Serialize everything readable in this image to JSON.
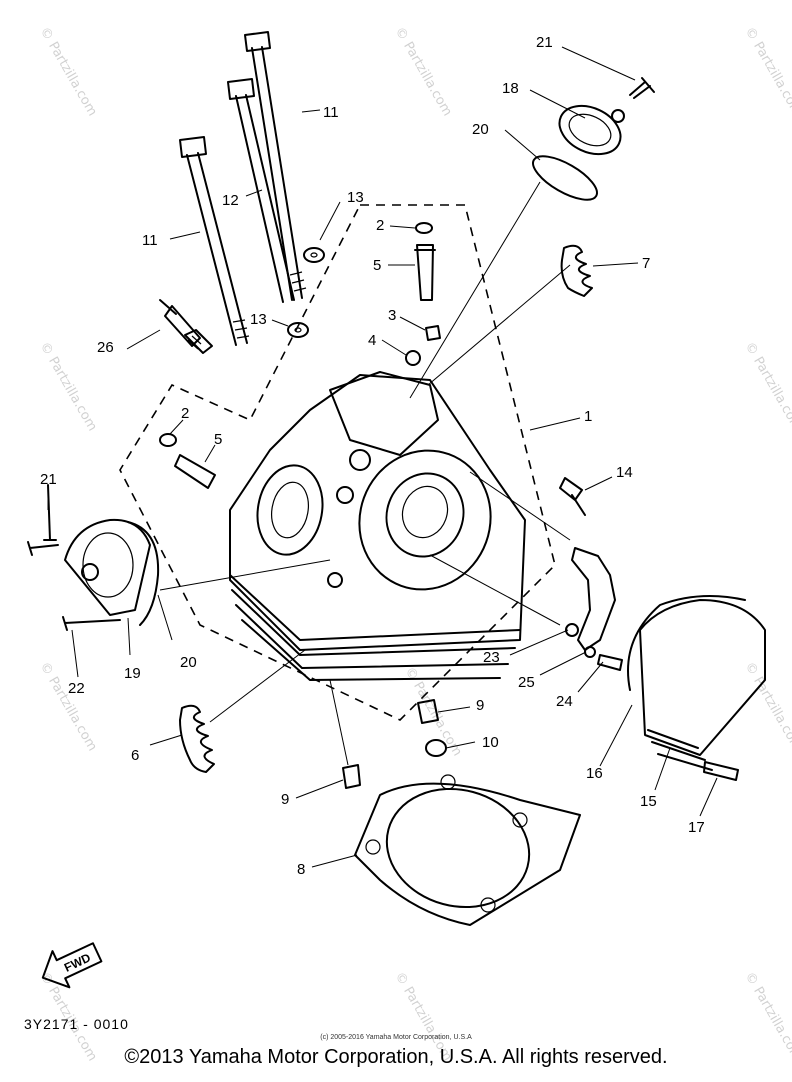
{
  "watermark": {
    "text": "© Partzilla.com"
  },
  "callouts": {
    "c1": "1",
    "c2a": "2",
    "c2b": "2",
    "c3": "3",
    "c4": "4",
    "c5a": "5",
    "c5b": "5",
    "c6": "6",
    "c7": "7",
    "c8": "8",
    "c9a": "9",
    "c9b": "9",
    "c10": "10",
    "c11a": "11",
    "c11b": "11",
    "c12": "12",
    "c13a": "13",
    "c13b": "13",
    "c14": "14",
    "c15": "15",
    "c16": "16",
    "c17": "17",
    "c18": "18",
    "c19": "19",
    "c20a": "20",
    "c20b": "20",
    "c21a": "21",
    "c21b": "21",
    "c22": "22",
    "c23": "23",
    "c24": "24",
    "c25": "25",
    "c26": "26"
  },
  "fwd_label": "FWD",
  "diagram_code": "3Y2171 - 0010",
  "small_copyright": "(c) 2005-2016 Yamaha Motor Corporation, U.S.A",
  "copyright": "©2013 Yamaha Motor Corporation, U.S.A. All rights reserved."
}
